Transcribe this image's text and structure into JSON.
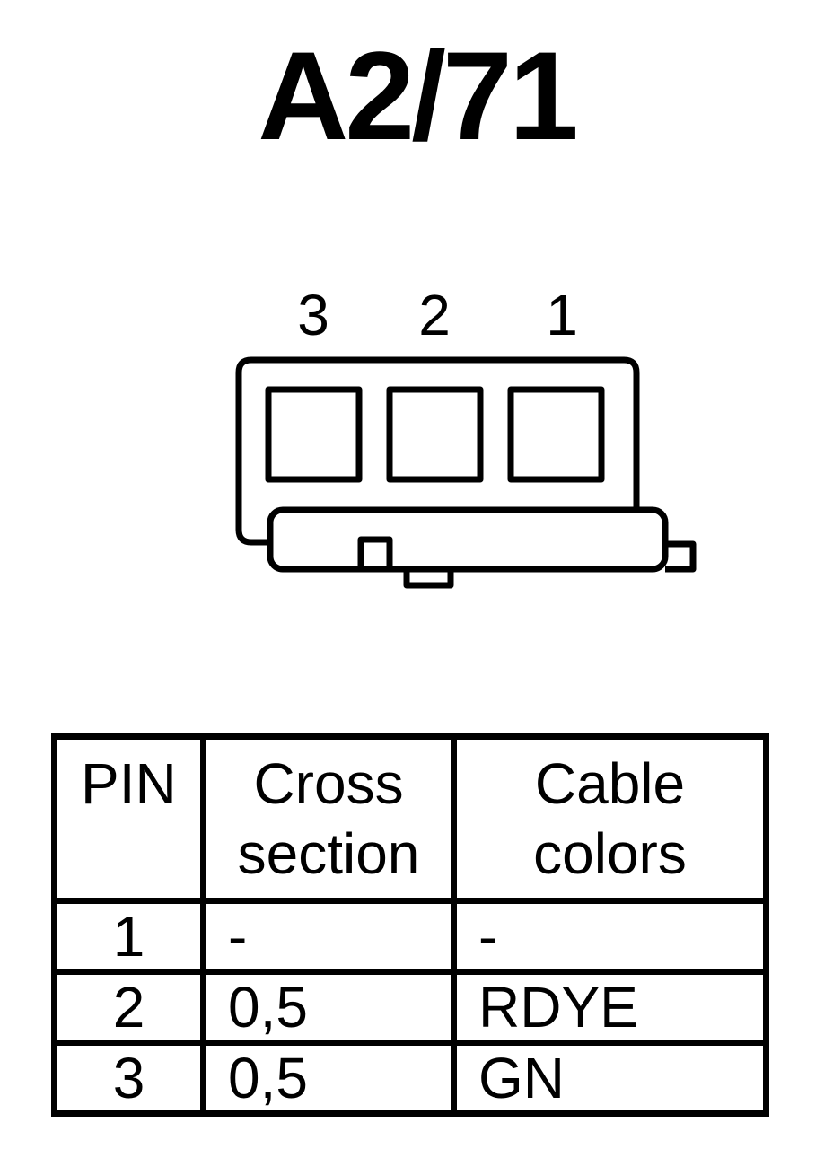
{
  "title": "A2/71",
  "connector": {
    "pin_labels": [
      "3",
      "2",
      "1"
    ]
  },
  "table": {
    "headers": {
      "pin": "PIN",
      "cross_section": [
        "Cross",
        "section"
      ],
      "cable_colors": [
        "Cable",
        "colors"
      ]
    },
    "rows": [
      {
        "pin": "1",
        "cross_section": "-",
        "cable_color": "-"
      },
      {
        "pin": "2",
        "cross_section": "0,5",
        "cable_color": "RDYE"
      },
      {
        "pin": "3",
        "cross_section": "0,5",
        "cable_color": "GN"
      }
    ]
  }
}
